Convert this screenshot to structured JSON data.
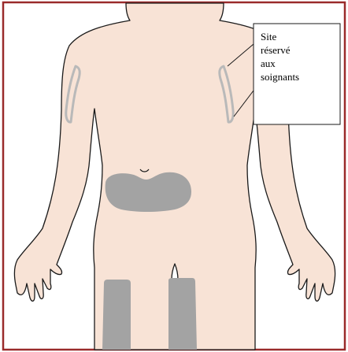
{
  "callout": {
    "lines": [
      "Site",
      "réservé",
      "aux",
      "soignants"
    ]
  },
  "colors": {
    "frame": "#9a2b2b",
    "skin": "#f8e3d6",
    "outline": "#1a1a1a",
    "injection_zone": "#a3a3a3",
    "arm_zone_outline": "#b9b9b9"
  },
  "zones": [
    {
      "name": "abdomen",
      "restricted": false
    },
    {
      "name": "left-thigh",
      "restricted": false
    },
    {
      "name": "right-thigh",
      "restricted": false
    },
    {
      "name": "left-upper-arm",
      "restricted": true
    },
    {
      "name": "right-upper-arm",
      "restricted": true
    }
  ]
}
